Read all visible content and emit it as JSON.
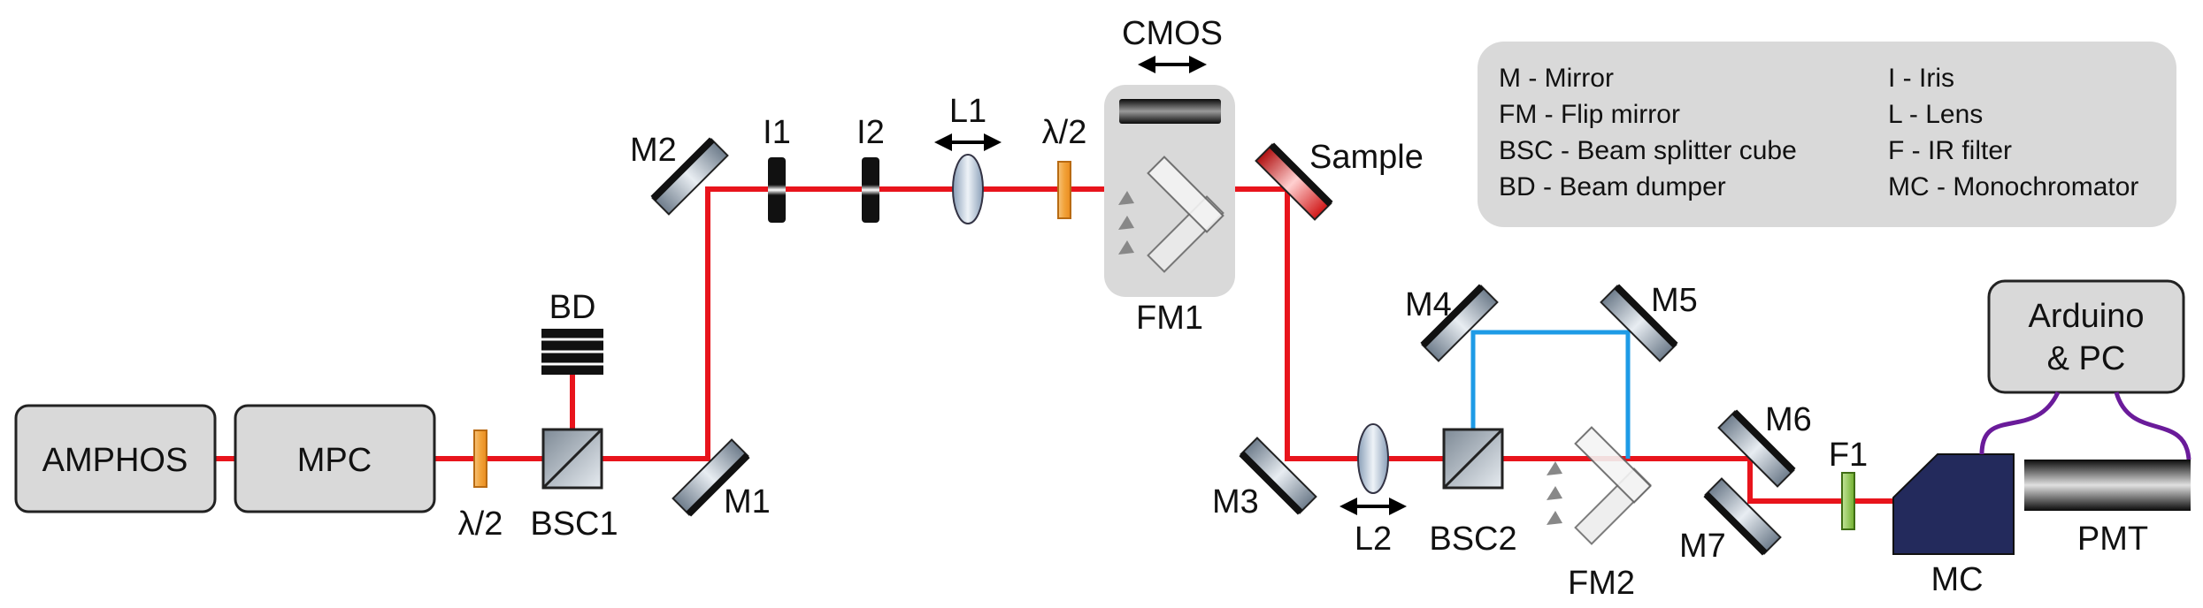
{
  "colors": {
    "beam_red": "#e8141c",
    "beam_blue": "#1e9be6",
    "box_fill": "#d9d9d9",
    "box_stroke": "#222222",
    "mc_fill": "#232a5c",
    "waveplate_orange": "#f2a33a",
    "ir_filter_green": "#8dc63f",
    "cable_purple": "#6a1b9a",
    "sample_red": "#e02020"
  },
  "boxes": {
    "amphos": "AMPHOS",
    "mpc": "MPC",
    "arduino_line1": "Arduino",
    "arduino_line2": "& PC"
  },
  "labels": {
    "wp1": "λ/2",
    "wp2": "λ/2",
    "bsc1": "BSC1",
    "bsc2": "BSC2",
    "bd": "BD",
    "m1": "M1",
    "m2": "M2",
    "m3": "M3",
    "m4": "M4",
    "m5": "M5",
    "m6": "M6",
    "m7": "M7",
    "i1": "I1",
    "i2": "I2",
    "l1": "L1",
    "l2": "L2",
    "cmos": "CMOS",
    "fm1": "FM1",
    "fm2": "FM2",
    "sample": "Sample",
    "f1": "F1",
    "mc": "MC",
    "pmt": "PMT"
  },
  "legend": {
    "col1": [
      "M - Mirror",
      "FM - Flip mirror",
      "BSC - Beam splitter cube",
      "BD - Beam dumper"
    ],
    "col2": [
      "I - Iris",
      "L - Lens",
      "F - IR filter",
      "MC - Monochromator"
    ]
  }
}
